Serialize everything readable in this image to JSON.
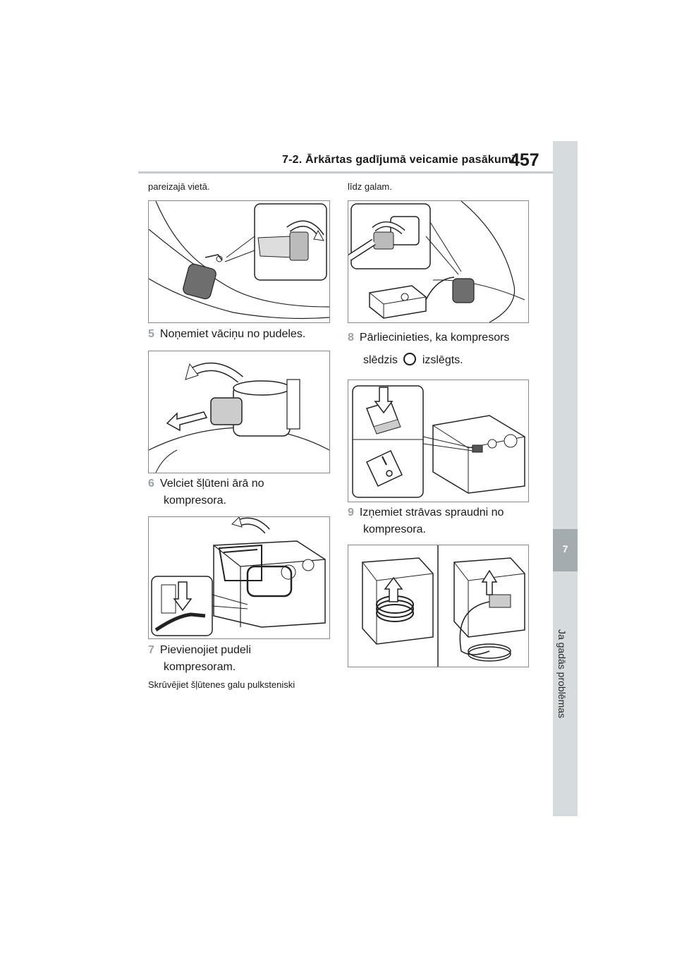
{
  "header": {
    "section_title": "7-2. Ārkārtas gadījumā veicamie pasākumi",
    "page_number": "457"
  },
  "side_tab": {
    "chapter_number": "7",
    "chapter_label": "Ja gadās problēmas"
  },
  "left_column": {
    "top_continuation": "pareizajā vietā.",
    "step5": {
      "num": "5",
      "text": "Noņemiet vāciņu no pudeles."
    },
    "step6": {
      "num": "6",
      "line1": "Velciet šļūteni ārā no",
      "line2": "kompresora."
    },
    "step7": {
      "num": "7",
      "line1": "Pievienojiet pudeli",
      "line2": "kompresoram."
    },
    "note": "Skrūvējiet šļūtenes galu pulksteniski"
  },
  "right_column": {
    "top_continuation": "līdz galam.",
    "step8": {
      "num": "8",
      "line1": "Pārliecinieties, ka kompresors",
      "line2_before": "slēdzis",
      "line2_after": "izslēgts."
    },
    "step9": {
      "num": "9",
      "line1": "Izņemiet strāvas spraudni no",
      "line2": "kompresora."
    }
  },
  "icons": {
    "switch_off": "power-off-icon"
  }
}
